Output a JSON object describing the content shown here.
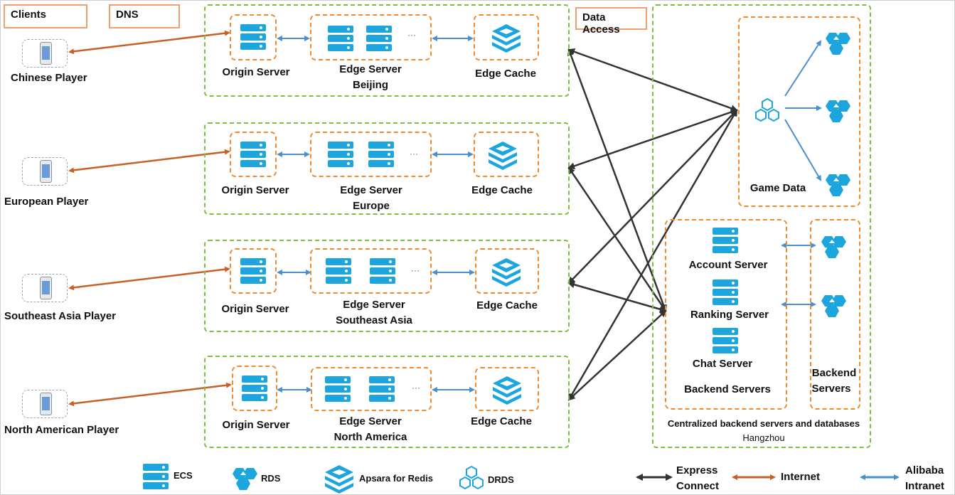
{
  "headers": {
    "clients": "Clients",
    "dns": "DNS",
    "data_access": "Data Access"
  },
  "players": [
    {
      "label": "Chinese Player"
    },
    {
      "label": "European Player"
    },
    {
      "label": "Southeast Asia Player"
    },
    {
      "label": "North American Player"
    }
  ],
  "regions": [
    {
      "origin": "Origin Server",
      "edge": "Edge Server",
      "region": "Beijing",
      "cache": "Edge Cache",
      "ellipsis": "···"
    },
    {
      "origin": "Origin Server",
      "edge": "Edge Server",
      "region": "Europe",
      "cache": "Edge Cache",
      "ellipsis": "···"
    },
    {
      "origin": "Origin Server",
      "edge": "Edge Server",
      "region": "Southeast Asia",
      "cache": "Edge Cache",
      "ellipsis": "···"
    },
    {
      "origin": "Origin Server",
      "edge": "Edge Server",
      "region": "North America",
      "cache": "Edge Cache",
      "ellipsis": "···"
    }
  ],
  "hangzhou": {
    "game_data": "Game Data",
    "account": "Account Server",
    "ranking": "Ranking Server",
    "chat": "Chat Server",
    "backend_servers": "Backend Servers",
    "backend_servers_col_1": "Backend",
    "backend_servers_col_2": "Servers",
    "caption_1": "Centralized backend servers and databases",
    "caption_2": "Hangzhou"
  },
  "legend": {
    "ecs": "ECS",
    "rds": "RDS",
    "redis": "Apsara for Redis",
    "drds": "DRDS",
    "express_1": "Express",
    "express_2": "Connect",
    "internet": "Internet",
    "intranet_1": "Alibaba",
    "intranet_2": "Intranet"
  },
  "colors": {
    "internet": "#c8602a",
    "intranet": "#4a8fd0",
    "express": "#333333",
    "icon": "#1ca6dd",
    "group_border": "#7dbf3f",
    "box_border": "#f08a2c"
  }
}
